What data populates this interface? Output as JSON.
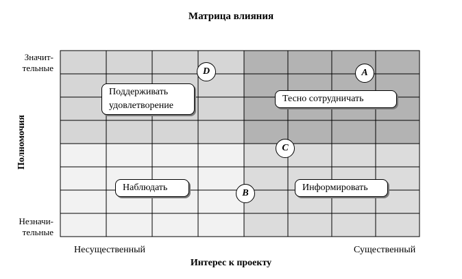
{
  "title": "Матрица влияния",
  "y_axis": {
    "label": "Полномочия",
    "high": "Значит-\nтельные",
    "low": "Незначи-\nтельные"
  },
  "x_axis": {
    "label": "Интерес к проекту",
    "low": "Несущественный",
    "high": "Существенный"
  },
  "quadrants": {
    "top_left": "Поддерживать удовлетворение",
    "top_right": "Тесно сотрудничать",
    "bottom_left": "Наблюдать",
    "bottom_right": "Информировать"
  },
  "quadrant_colors": {
    "top_left": "#d6d6d6",
    "top_right": "#b3b3b3",
    "bottom_left": "#f2f2f2",
    "bottom_right": "#dcdcdc"
  },
  "markers": {
    "A": "A",
    "B": "B",
    "C": "C",
    "D": "D"
  }
}
